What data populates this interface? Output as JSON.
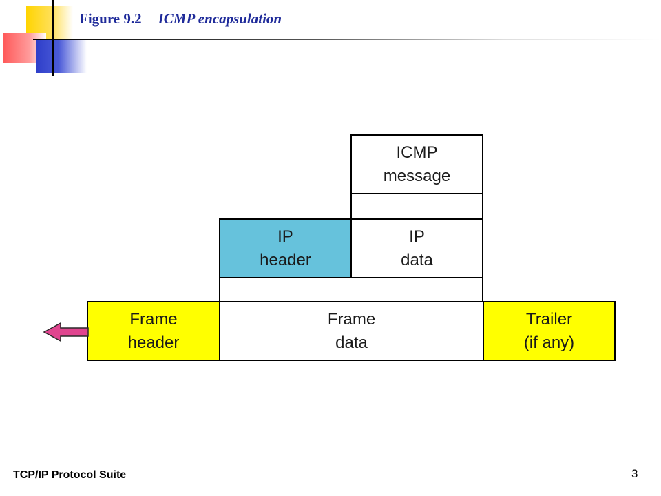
{
  "slide": {
    "figure_number": "Figure 9.2",
    "figure_title": "ICMP encapsulation",
    "footer_left": "TCP/IP Protocol Suite",
    "page_number": "3"
  },
  "diagram": {
    "icmp_message": {
      "line1": "ICMP",
      "line2": "message"
    },
    "ip_header": {
      "line1": "IP",
      "line2": "header"
    },
    "ip_data": {
      "line1": "IP",
      "line2": "data"
    },
    "frame_header": {
      "line1": "Frame",
      "line2": "header"
    },
    "frame_data": {
      "line1": "Frame",
      "line2": "data"
    },
    "trailer": {
      "line1": "Trailer",
      "line2": "(if any)"
    }
  },
  "colors": {
    "ip_header_fill": "#66c2dc",
    "frame_fill": "#ffff00",
    "arrow_fill": "#e0458f",
    "title_color": "#1f2b9a"
  }
}
